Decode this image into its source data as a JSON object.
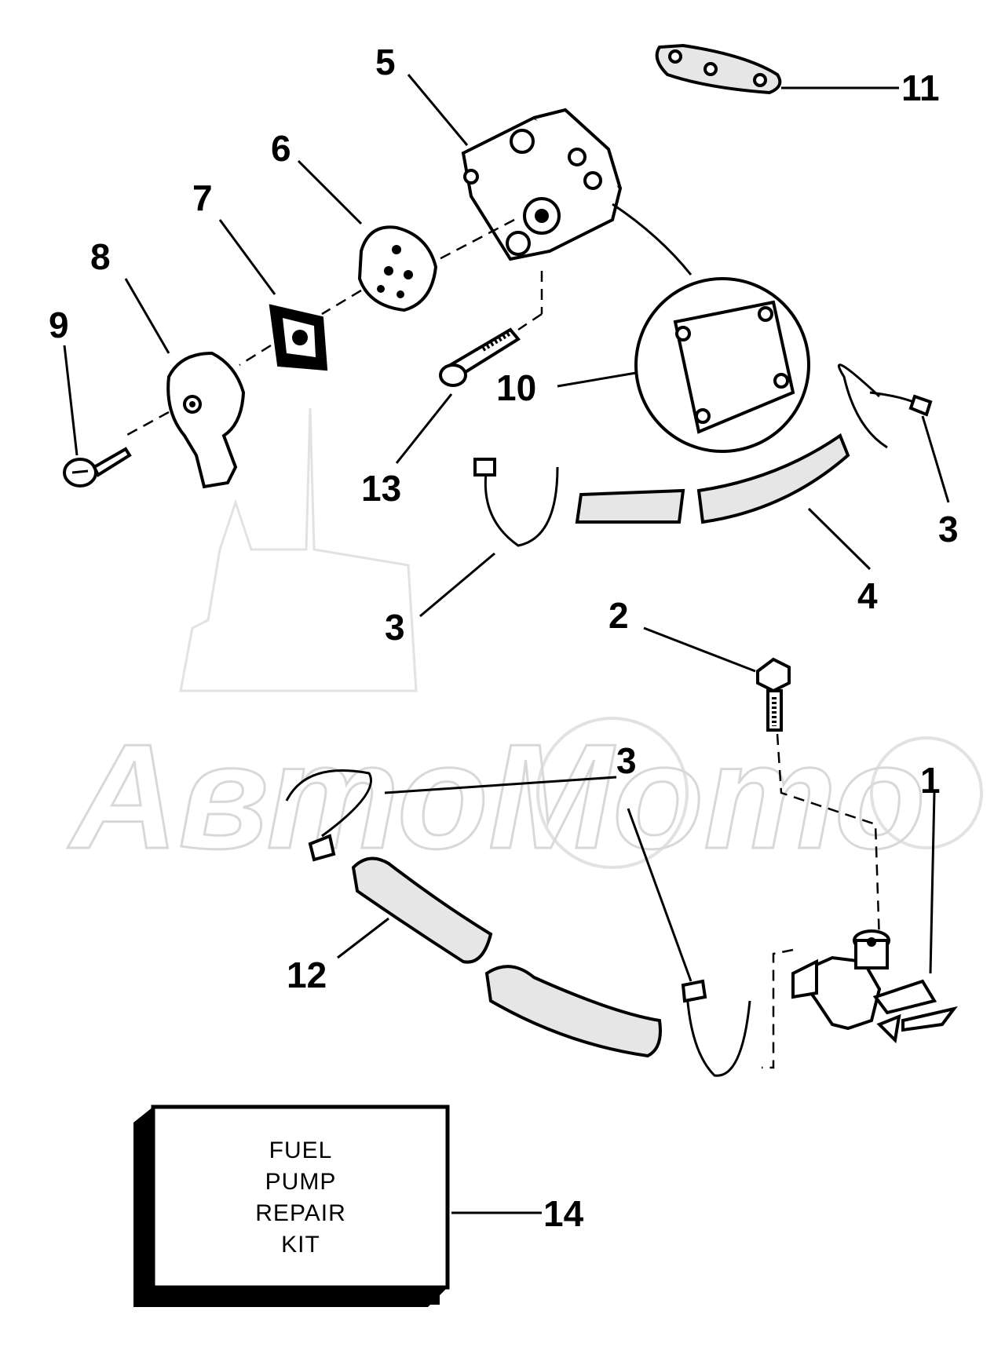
{
  "callouts": {
    "c1": "1",
    "c2": "2",
    "c3a": "3",
    "c3b": "3",
    "c3c": "3",
    "c4": "4",
    "c5": "5",
    "c6": "6",
    "c7": "7",
    "c8": "8",
    "c9": "9",
    "c10": "10",
    "c11": "11",
    "c12": "12",
    "c13": "13",
    "c14": "14"
  },
  "kit_label": {
    "line1": "FUEL",
    "line2": "PUMP",
    "line3": "REPAIR",
    "line4": "KIT"
  },
  "watermark": "АвтоМото"
}
